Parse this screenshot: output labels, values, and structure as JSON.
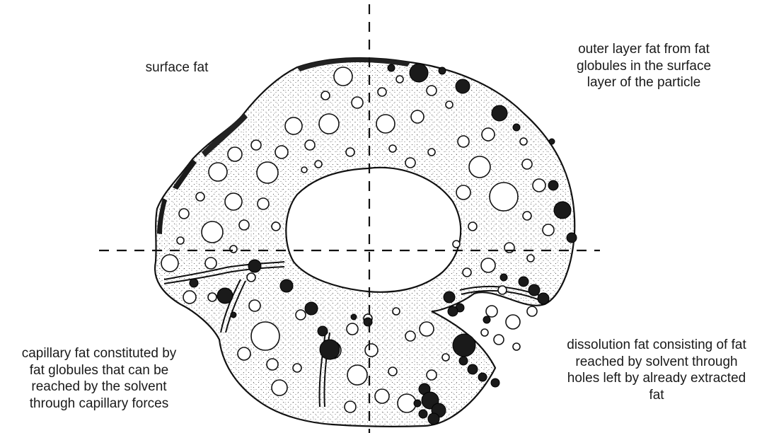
{
  "labels": {
    "surface_fat": [
      "surface fat"
    ],
    "outer_layer_fat": [
      "outer layer fat from fat",
      "globules in the surface",
      "layer of the particle"
    ],
    "capillary_fat": [
      "capillary fat constituted by",
      "fat globules that can be",
      "reached by the solvent",
      "through capillary forces"
    ],
    "dissolution_fat": [
      "dissolution fat consisting of fat",
      "reached by solvent through",
      "holes left by already extracted",
      "fat"
    ]
  },
  "colors": {
    "line": "#111111",
    "particle_fill": "#ffffff",
    "fat_globule": "#1a1a1a",
    "text": "#1a1a1a"
  }
}
